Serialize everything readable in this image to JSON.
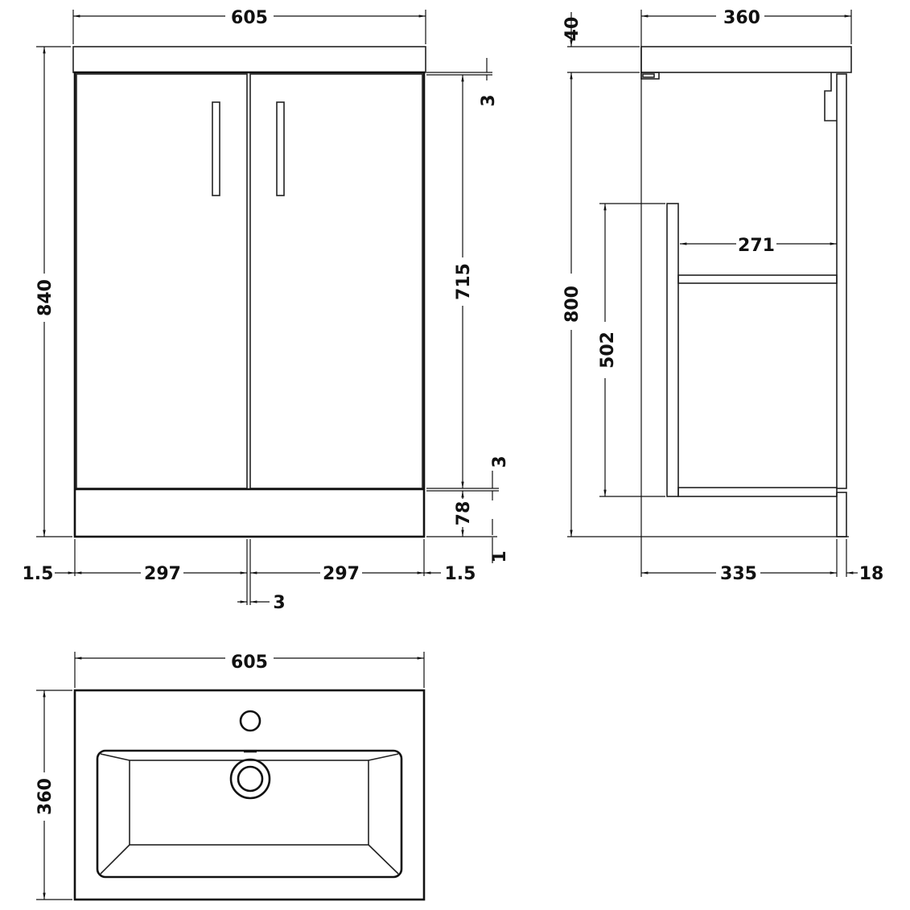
{
  "front_view": {
    "width": "605",
    "height": "840",
    "door_height": "715",
    "top_gap": "3",
    "bottom_gap": "3",
    "plinth": "78",
    "floor_gap": "1",
    "side_left": "1.5",
    "door_left": "297",
    "door_right": "297",
    "side_right": "1.5",
    "door_gap": "3"
  },
  "side_view": {
    "depth": "360",
    "top_thickness": "40",
    "body_height": "800",
    "drawer_height": "502",
    "shelf_depth": "271",
    "inner_depth": "335",
    "door_thickness": "18"
  },
  "top_view": {
    "width": "605",
    "depth": "360"
  },
  "colors": {
    "line": "#111111",
    "background": "#ffffff"
  }
}
